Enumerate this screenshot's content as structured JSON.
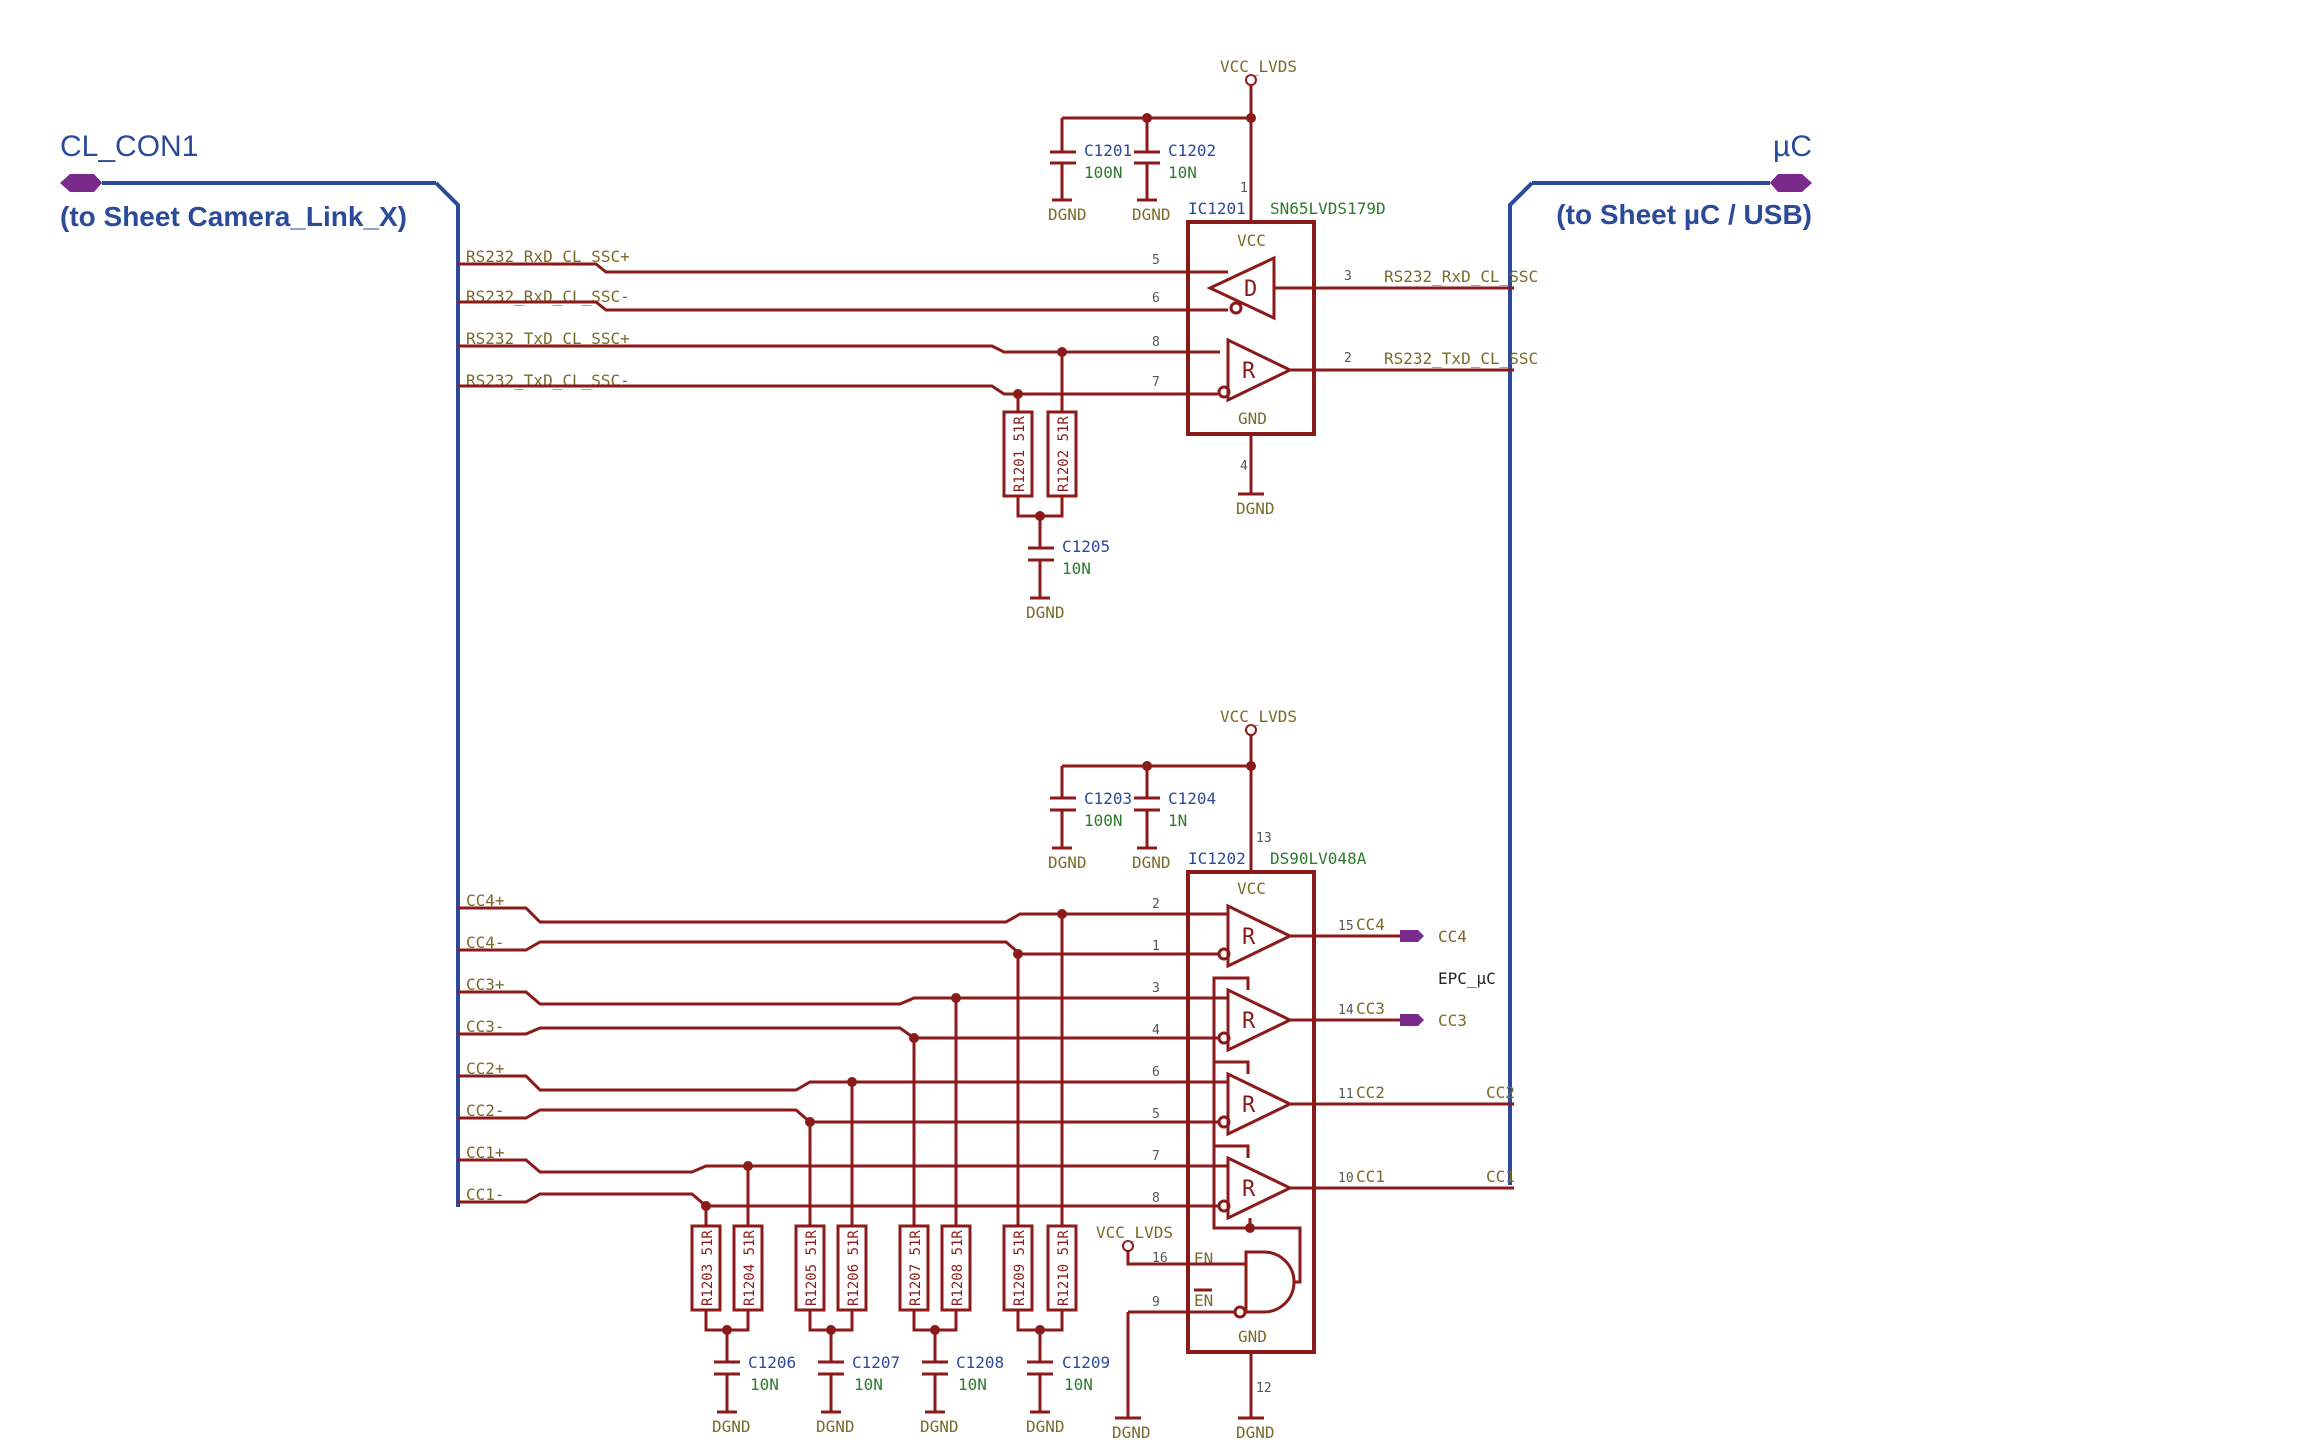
{
  "left_port": {
    "name": "CL_CON1",
    "sheet": "(to Sheet Camera_Link_X)"
  },
  "right_port": {
    "name": "µC",
    "sheet": "(to Sheet µC / USB)"
  },
  "ic1201": {
    "ref": "IC1201",
    "part": "SN65LVDS179D",
    "vcc": "VCC",
    "gnd": "GND",
    "driver": "D",
    "receiver": "R",
    "pins": {
      "vcc": "1",
      "a": "5",
      "b": "6",
      "y": "8",
      "z": "7",
      "din": "3",
      "rout": "2",
      "gnd": "4"
    }
  },
  "ic1202": {
    "ref": "IC1202",
    "part": "DS90LV048A",
    "vcc": "VCC",
    "gnd": "GND",
    "receiver": "R",
    "en": "EN",
    "enb": "EN",
    "pins": {
      "vcc": "13",
      "gnd": "12",
      "en": "16",
      "enb": "9",
      "in": [
        "2",
        "1",
        "3",
        "4",
        "6",
        "5",
        "7",
        "8"
      ],
      "out": [
        "15",
        "14",
        "11",
        "10"
      ]
    }
  },
  "power": {
    "vcc": "VCC_LVDS",
    "gnd": "DGND"
  },
  "nets_top": [
    "RS232_RxD_CL_SSC+",
    "RS232_RxD_CL_SSC-",
    "RS232_TxD_CL_SSC+",
    "RS232_TxD_CL_SSC-"
  ],
  "nets_right_top": [
    "RS232_RxD_CL_SSC",
    "RS232_TxD_CL_SSC"
  ],
  "nets_bottom": [
    "CC4+",
    "CC4-",
    "CC3+",
    "CC3-",
    "CC2+",
    "CC2-",
    "CC1+",
    "CC1-"
  ],
  "cc_out": [
    "CC4",
    "CC3",
    "CC2",
    "CC1"
  ],
  "ports_out": [
    "CC4",
    "CC3"
  ],
  "epc_label": "EPC_µC",
  "caps": [
    {
      "ref": "C1201",
      "val": "100N"
    },
    {
      "ref": "C1202",
      "val": "10N"
    },
    {
      "ref": "C1203",
      "val": "100N"
    },
    {
      "ref": "C1204",
      "val": "1N"
    },
    {
      "ref": "C1205",
      "val": "10N"
    },
    {
      "ref": "C1206",
      "val": "10N"
    },
    {
      "ref": "C1207",
      "val": "10N"
    },
    {
      "ref": "C1208",
      "val": "10N"
    },
    {
      "ref": "C1209",
      "val": "10N"
    }
  ],
  "resistors": [
    "R1201 51R",
    "R1202 51R",
    "R1203 51R",
    "R1204 51R",
    "R1205 51R",
    "R1206 51R",
    "R1207 51R",
    "R1208 51R",
    "R1209 51R",
    "R1210 51R"
  ],
  "colors": {
    "wire": "#8b1a1a",
    "bus": "#2b4a9a",
    "port": "#7a2a8a",
    "net_label": "#7a6a2a",
    "value": "#2a7a2a"
  }
}
